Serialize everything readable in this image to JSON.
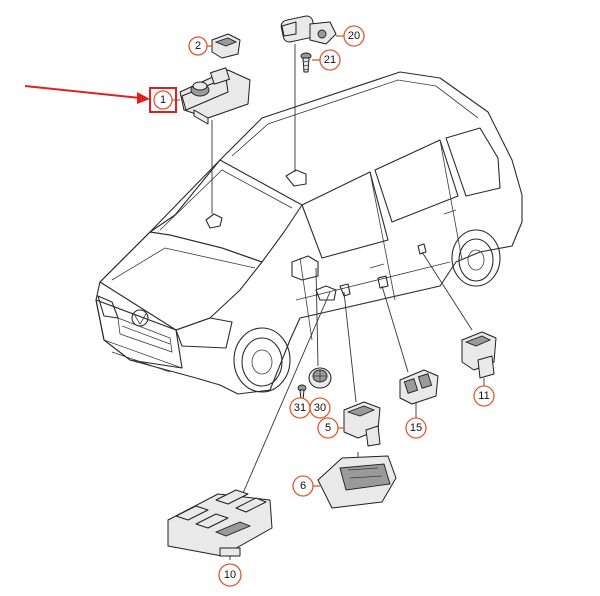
{
  "colors": {
    "callout": "#e3572d",
    "highlight": "#e02020",
    "line": "#2b2b2b"
  },
  "callouts": {
    "c1": "1",
    "c2": "2",
    "c5": "5",
    "c6": "6",
    "c10": "10",
    "c11": "11",
    "c15": "15",
    "c20": "20",
    "c21": "21",
    "c30": "30",
    "c31": "31"
  },
  "highlighted_part": "1"
}
